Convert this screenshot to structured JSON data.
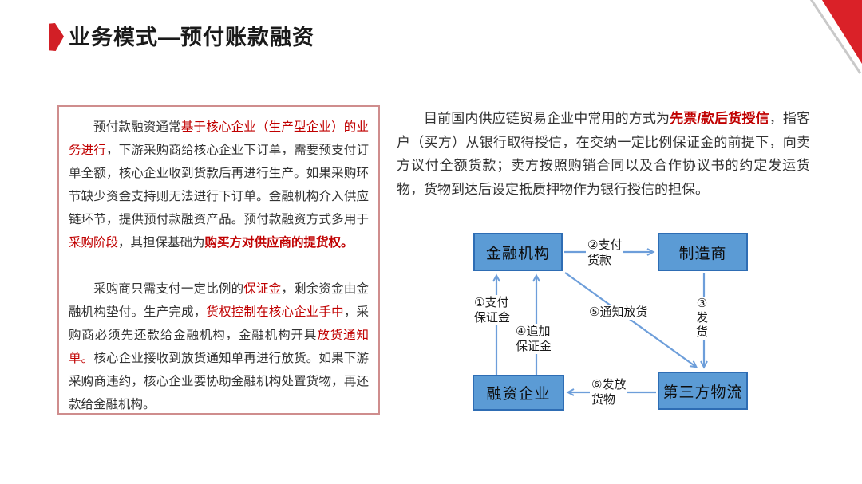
{
  "slide": {
    "title": "业务模式—预付账款融资",
    "accent_color": "#d21f26",
    "red_text_color": "#c00000",
    "node_fill_color": "#5b9bd5",
    "node_border_color": "#2e6db4",
    "left_box_border_color": "#cf8d8d"
  },
  "left_box": {
    "paragraphs": [
      [
        {
          "t": "预付款融资通常"
        },
        {
          "t": "基于核心企业（生产型企业）的业务进行",
          "s": "r"
        },
        {
          "t": "，下游采购商给核心企业下订单，需要预支付订单全额，核心企业收到货款后再进行生产。如果采购环节缺少资金支持则无法进行下订单。金融机构介入供应链环节，提供预付款融资产品。预付款融资方式多用于"
        },
        {
          "t": "采购阶段",
          "s": "r"
        },
        {
          "t": "，其担保基础为"
        },
        {
          "t": "购买方对供应商的提货权。",
          "s": "rb"
        }
      ],
      [
        {
          "t": "采购商只需支付一定比例的"
        },
        {
          "t": "保证金",
          "s": "r"
        },
        {
          "t": "，剩余资金由金融机构垫付。生产完成，"
        },
        {
          "t": "货权控制在核心企业手中",
          "s": "r"
        },
        {
          "t": "，采购商必须先还款给金融机构，金融机构开具"
        },
        {
          "t": "放货通知单。",
          "s": "r"
        },
        {
          "t": "核心企业接收到放货通知单再进行放货。如果下游采购商违约，核心企业要协助金融机构处置货物，再还款给金融机构。"
        }
      ]
    ]
  },
  "right_text": {
    "paragraph": [
      {
        "t": "目前国内供应链贸易企业中常用的方式为"
      },
      {
        "t": "先票/款后货授信",
        "s": "rb"
      },
      {
        "t": "，指客户（买方）从银行取得授信，在交纳一定比例保证金的前提下，向卖方议付全额货款；卖方按照购销合同以及合作协议书的约定发运货物，货物到达后设定抵质押物作为银行授信的担保。"
      }
    ]
  },
  "diagram": {
    "nodes": [
      {
        "label": "金融机构"
      },
      {
        "label": "制造商"
      },
      {
        "label": "融资企业"
      },
      {
        "label": "第三方物流"
      }
    ],
    "edges": [
      {
        "label": "①支付\n保证金",
        "from": "融资企业",
        "to": "金融机构"
      },
      {
        "label": "②支付\n货款",
        "from": "金融机构",
        "to": "制造商"
      },
      {
        "label": "③\n发\n货",
        "from": "制造商",
        "to": "第三方物流"
      },
      {
        "label": "④追加\n保证金",
        "from": "融资企业",
        "to": "金融机构"
      },
      {
        "label": "⑤通知放货",
        "from": "金融机构",
        "to": "第三方物流"
      },
      {
        "label": "⑥发放\n货物",
        "from": "第三方物流",
        "to": "融资企业"
      }
    ]
  }
}
